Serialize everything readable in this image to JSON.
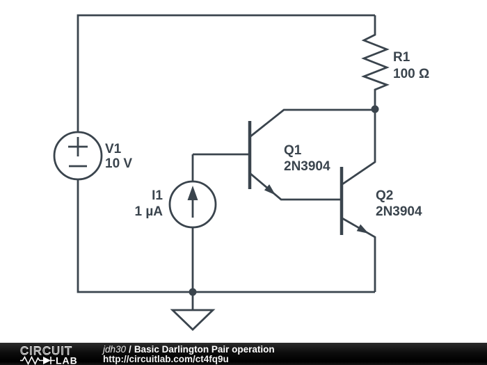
{
  "circuit": {
    "components": {
      "v1": {
        "ref": "V1",
        "value": "10 V",
        "type": "dc-voltage-source"
      },
      "i1": {
        "ref": "I1",
        "value": "1 µA",
        "type": "dc-current-source"
      },
      "r1": {
        "ref": "R1",
        "value": "100 Ω",
        "type": "resistor"
      },
      "q1": {
        "ref": "Q1",
        "value": "2N3904",
        "type": "npn-transistor"
      },
      "q2": {
        "ref": "Q2",
        "value": "2N3904",
        "type": "npn-transistor"
      }
    }
  },
  "footer": {
    "logo": {
      "word_top": "CIRCUIT",
      "word_bottom": "LAB"
    },
    "author": "jdh30",
    "separator": "/",
    "title": "Basic Darlington Pair operation",
    "url": "http://circuitlab.com/ct4fq9u"
  },
  "colors": {
    "wire": "#3a444d",
    "background": "#ffffff",
    "footer_background": "#0d0d0d",
    "footer_text": "#ffffff"
  }
}
